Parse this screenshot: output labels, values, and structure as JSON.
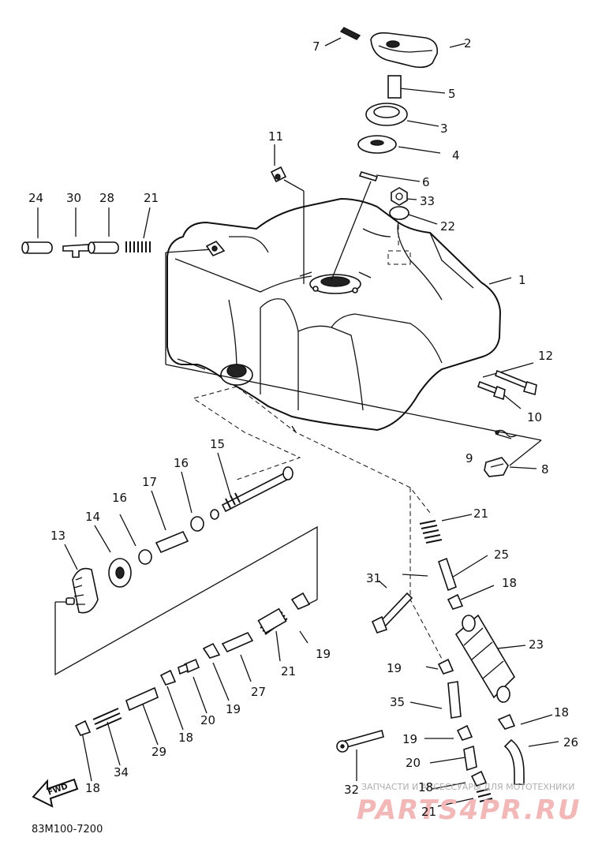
{
  "labels": [
    {
      "id": "p1",
      "text": "1"
    },
    {
      "id": "p2",
      "text": "2"
    },
    {
      "id": "p3",
      "text": "3"
    },
    {
      "id": "p4",
      "text": "4"
    },
    {
      "id": "p5",
      "text": "5"
    },
    {
      "id": "p6",
      "text": "6"
    },
    {
      "id": "p7",
      "text": "7"
    },
    {
      "id": "p8",
      "text": "8"
    },
    {
      "id": "p9",
      "text": "9"
    },
    {
      "id": "p10",
      "text": "10"
    },
    {
      "id": "p11",
      "text": "11"
    },
    {
      "id": "p12",
      "text": "12"
    },
    {
      "id": "p13",
      "text": "13"
    },
    {
      "id": "p14",
      "text": "14"
    },
    {
      "id": "p15",
      "text": "15"
    },
    {
      "id": "p16a",
      "text": "16"
    },
    {
      "id": "p16b",
      "text": "16"
    },
    {
      "id": "p17",
      "text": "17"
    },
    {
      "id": "p18a",
      "text": "18"
    },
    {
      "id": "p18b",
      "text": "18"
    },
    {
      "id": "p18c",
      "text": "18"
    },
    {
      "id": "p18d",
      "text": "18"
    },
    {
      "id": "p18e",
      "text": "18"
    },
    {
      "id": "p19a",
      "text": "19"
    },
    {
      "id": "p19b",
      "text": "19"
    },
    {
      "id": "p19c",
      "text": "19"
    },
    {
      "id": "p19d",
      "text": "19"
    },
    {
      "id": "p20a",
      "text": "20"
    },
    {
      "id": "p20b",
      "text": "20"
    },
    {
      "id": "p21a",
      "text": "21"
    },
    {
      "id": "p21b",
      "text": "21"
    },
    {
      "id": "p21c",
      "text": "21"
    },
    {
      "id": "p21d",
      "text": "21"
    },
    {
      "id": "p22",
      "text": "22"
    },
    {
      "id": "p23",
      "text": "23"
    },
    {
      "id": "p24",
      "text": "24"
    },
    {
      "id": "p25",
      "text": "25"
    },
    {
      "id": "p26",
      "text": "26"
    },
    {
      "id": "p27",
      "text": "27"
    },
    {
      "id": "p28",
      "text": "28"
    },
    {
      "id": "p29",
      "text": "29"
    },
    {
      "id": "p30",
      "text": "30"
    },
    {
      "id": "p31",
      "text": "31"
    },
    {
      "id": "p32",
      "text": "32"
    },
    {
      "id": "p33",
      "text": "33"
    },
    {
      "id": "p34",
      "text": "34"
    },
    {
      "id": "p35",
      "text": "35"
    }
  ],
  "diagram_code": "83M100-7200",
  "fwd_label": "FWD",
  "watermark": {
    "caption": "ЗАПЧАСТИ И АКСЕССУАРЫ ДЛЯ МОТОТЕХНИКИ",
    "logo": "PARTS4PR.RU"
  }
}
